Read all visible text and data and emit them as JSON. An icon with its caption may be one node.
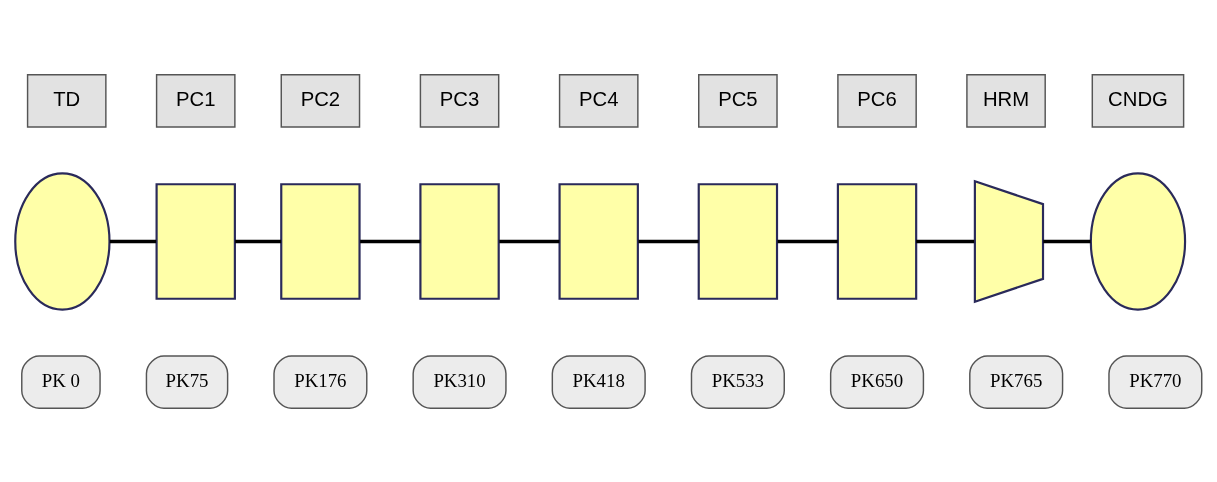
{
  "diagram": {
    "nodes": [
      {
        "text": [
          "TD"
        ]
      },
      {
        "text": [
          "PC1"
        ]
      },
      {
        "text": [
          "PC2"
        ]
      },
      {
        "text": [
          "PC3"
        ]
      },
      {
        "text": [
          "PC4"
        ]
      },
      {
        "text": [
          "PC5"
        ]
      },
      {
        "text": [
          "PC6"
        ]
      },
      {
        "text": [
          "HRM"
        ]
      },
      {
        "text": [
          "CNDG"
        ]
      },
      {
        "text": [],
        "shape": "ellipse"
      },
      {
        "text": [],
        "shape": "box"
      },
      {
        "text": [],
        "shape": "box"
      },
      {
        "text": [],
        "shape": "box"
      },
      {
        "text": [],
        "shape": "box"
      },
      {
        "text": [],
        "shape": "box"
      },
      {
        "text": [],
        "shape": "box"
      },
      {
        "text": [],
        "shape": "trapezoid"
      },
      {
        "text": [],
        "shape": "ellipse"
      },
      {
        "text": [
          "PK 0"
        ]
      },
      {
        "text": [
          "PK75"
        ]
      },
      {
        "text": [
          "PK176"
        ]
      },
      {
        "text": [
          "PK310"
        ]
      },
      {
        "text": [
          "PK418"
        ]
      },
      {
        "text": [
          "PK533"
        ]
      },
      {
        "text": [
          "PK650"
        ]
      },
      {
        "text": [
          "PK765"
        ]
      },
      {
        "text": [
          "PK770"
        ]
      }
    ],
    "edges": [
      {
        "from": 9,
        "to": 10,
        "arrow": "none"
      },
      {
        "from": 10,
        "to": 11,
        "arrow": "none"
      },
      {
        "from": 11,
        "to": 12,
        "arrow": "none"
      },
      {
        "from": 12,
        "to": 13,
        "arrow": "none"
      },
      {
        "from": 13,
        "to": 14,
        "arrow": "none"
      },
      {
        "from": 14,
        "to": 15,
        "arrow": "none"
      },
      {
        "from": 15,
        "to": 16,
        "arrow": "none"
      },
      {
        "from": 16,
        "to": 17,
        "arrow": "none"
      }
    ]
  }
}
